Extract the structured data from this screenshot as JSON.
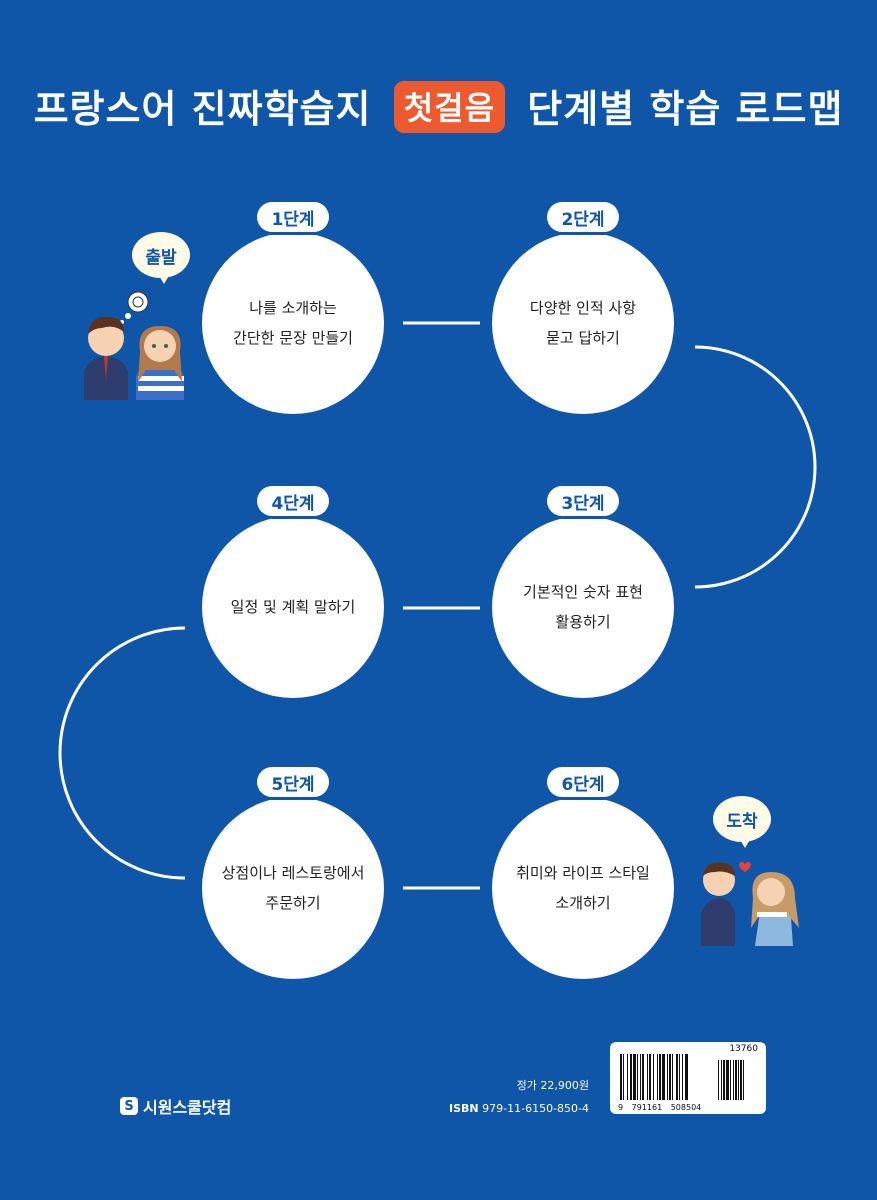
{
  "title": {
    "before": "프랑스어 진짜학습지",
    "highlight": "첫걸음",
    "after": "단계별 학습 로드맵"
  },
  "colors": {
    "background": "#0f56a8",
    "highlight": "#ee5a2f",
    "circle": "#ffffff"
  },
  "start_label": "출발",
  "end_label": "도착",
  "steps": [
    {
      "label": "1단계",
      "text": "나를 소개하는\n간단한 문장 만들기"
    },
    {
      "label": "2단계",
      "text": "다양한 인적 사항\n묻고 답하기"
    },
    {
      "label": "3단계",
      "text": "기본적인 숫자 표현\n활용하기"
    },
    {
      "label": "4단계",
      "text": "일정 및 계획 말하기"
    },
    {
      "label": "5단계",
      "text": "상점이나 레스토랑에서\n주문하기"
    },
    {
      "label": "6단계",
      "text": "취미와 라이프 스타일\n소개하기"
    }
  ],
  "publisher": {
    "mark": "S",
    "name": "시원스쿨닷컴"
  },
  "price": {
    "label": "정가",
    "value": "22,900원"
  },
  "isbn": {
    "label": "ISBN",
    "value": "979-11-6150-850-4"
  },
  "barcode": {
    "addon": "13760",
    "digits": "9 791161 508504"
  }
}
